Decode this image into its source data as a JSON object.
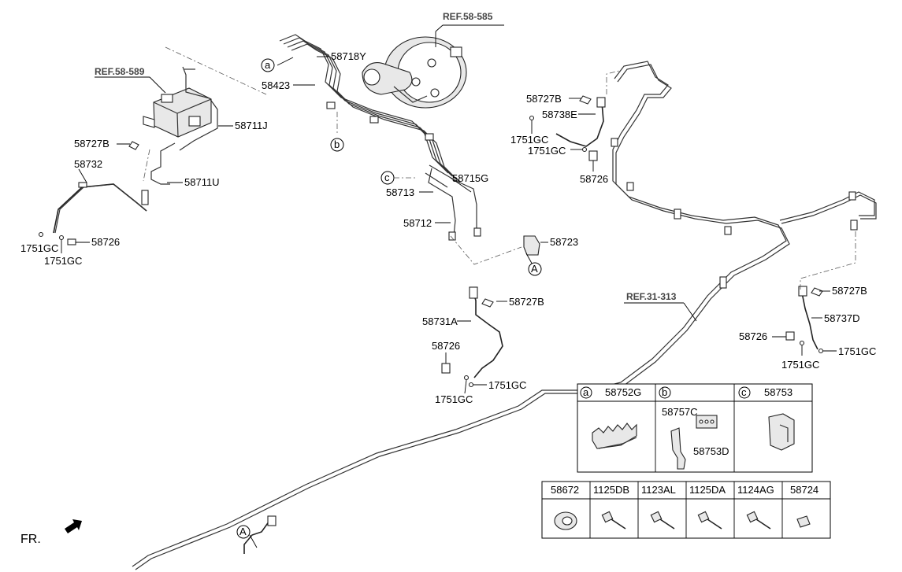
{
  "refs": {
    "ref_58_585": "REF.58-585",
    "ref_58_589": "REF.58-589",
    "ref_31_313": "REF.31-313"
  },
  "parts": {
    "p58718Y": "58718Y",
    "p58423": "58423",
    "p58711J": "58711J",
    "p58727B_left": "58727B",
    "p58732": "58732",
    "p58711U": "58711U",
    "p1751GC_left1": "1751GC",
    "p1751GC_left2": "1751GC",
    "p58726_left": "58726",
    "p58715G": "58715G",
    "p58713": "58713",
    "p58712": "58712",
    "p58723": "58723",
    "p58727B_mid": "58727B",
    "p58731A": "58731A",
    "p58726_mid": "58726",
    "p1751GC_mid1": "1751GC",
    "p1751GC_mid2": "1751GC",
    "p58727B_tr": "58727B",
    "p58738E": "58738E",
    "p1751GC_tr1": "1751GC",
    "p1751GC_tr2": "1751GC",
    "p58726_tr": "58726",
    "p58727B_r": "58727B",
    "p58737D": "58737D",
    "p58726_r": "58726",
    "p1751GC_r1": "1751GC",
    "p1751GC_r2": "1751GC"
  },
  "callouts": {
    "a": "a",
    "b": "b",
    "c": "c",
    "A_top": "A",
    "A_bottom": "A"
  },
  "legend_abc": [
    {
      "letter": "a",
      "part": "58752G"
    },
    {
      "letter": "b",
      "part": ""
    },
    {
      "letter": "c",
      "part": "58753"
    }
  ],
  "legend_b_items": {
    "item1": "58757C",
    "item2": "58753D"
  },
  "legend_hw": [
    "58672",
    "1125DB",
    "1123AL",
    "1125DA",
    "1124AG",
    "58724"
  ],
  "front": {
    "label": "FR."
  }
}
